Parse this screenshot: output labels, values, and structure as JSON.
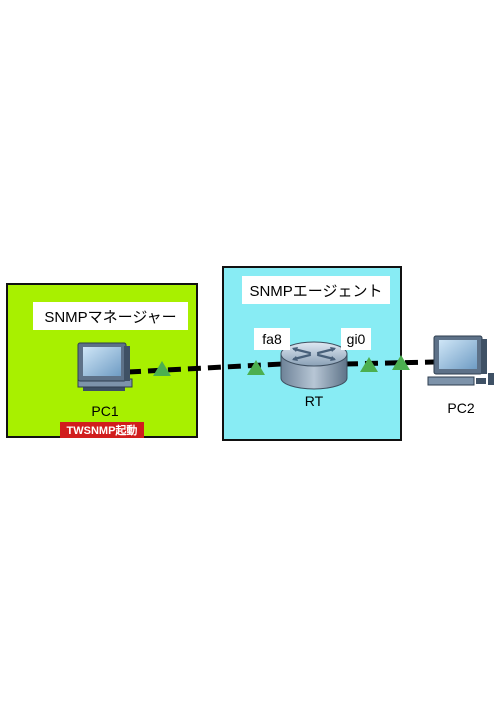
{
  "zones": {
    "manager": {
      "label": "SNMPマネージャー"
    },
    "agent": {
      "label": "SNMPエージェント"
    }
  },
  "devices": {
    "pc1": {
      "label": "PC1",
      "badge": "TWSNMP起動"
    },
    "router": {
      "label": "RT",
      "ports": {
        "left": "fa8",
        "right": "gi0"
      }
    },
    "pc2": {
      "label": "PC2"
    }
  },
  "colors": {
    "manager_zone": "#a8f000",
    "agent_zone": "#88ecf4",
    "link_status": "#4caf50",
    "badge": "#d11d1d"
  },
  "icons": [
    "computer-icon",
    "router-icon",
    "link-up-triangle-icon"
  ]
}
